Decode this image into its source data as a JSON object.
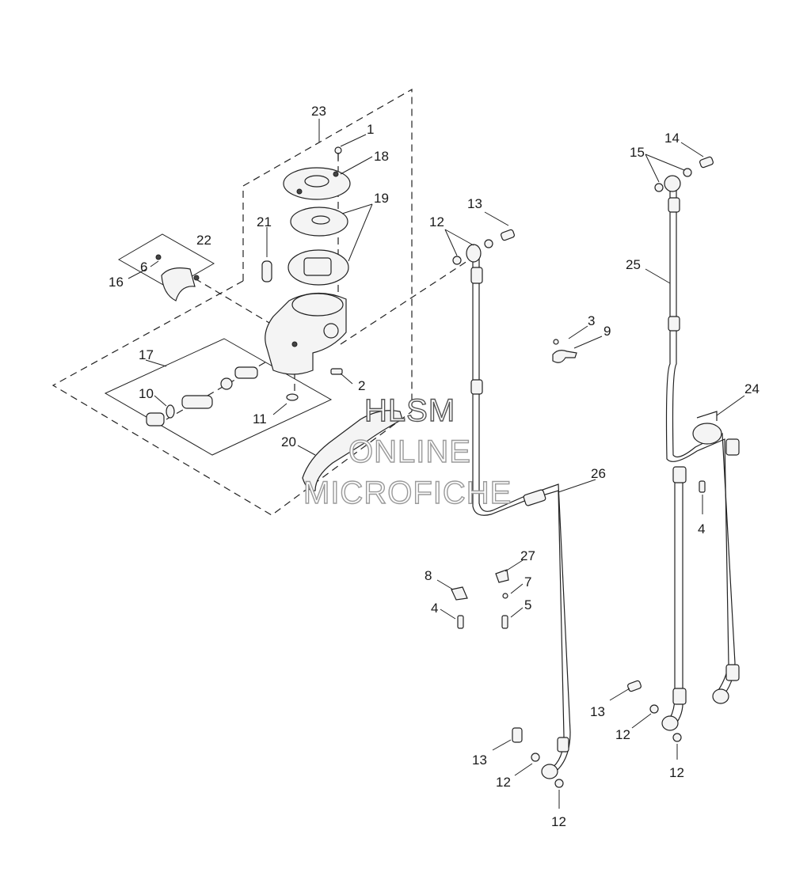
{
  "watermark": {
    "line1": "HLSM",
    "line2": "ONLINE",
    "line3": "MICROFICHE"
  },
  "callouts": [
    {
      "id": "c23",
      "text": "23"
    },
    {
      "id": "c1",
      "text": "1"
    },
    {
      "id": "c18",
      "text": "18"
    },
    {
      "id": "c19",
      "text": "19"
    },
    {
      "id": "c21",
      "text": "21"
    },
    {
      "id": "c22",
      "text": "22"
    },
    {
      "id": "c6",
      "text": "6"
    },
    {
      "id": "c16",
      "text": "16"
    },
    {
      "id": "c17",
      "text": "17"
    },
    {
      "id": "c10",
      "text": "10"
    },
    {
      "id": "c11",
      "text": "11"
    },
    {
      "id": "c2",
      "text": "2"
    },
    {
      "id": "c20",
      "text": "20"
    },
    {
      "id": "c12a",
      "text": "12"
    },
    {
      "id": "c13a",
      "text": "13"
    },
    {
      "id": "c3",
      "text": "3"
    },
    {
      "id": "c9",
      "text": "9"
    },
    {
      "id": "c26",
      "text": "26"
    },
    {
      "id": "c27",
      "text": "27"
    },
    {
      "id": "c8",
      "text": "8"
    },
    {
      "id": "c7",
      "text": "7"
    },
    {
      "id": "c4a",
      "text": "4"
    },
    {
      "id": "c5",
      "text": "5"
    },
    {
      "id": "c13b",
      "text": "13"
    },
    {
      "id": "c12b",
      "text": "12"
    },
    {
      "id": "c12c",
      "text": "12"
    },
    {
      "id": "c14",
      "text": "14"
    },
    {
      "id": "c15",
      "text": "15"
    },
    {
      "id": "c25",
      "text": "25"
    },
    {
      "id": "c24",
      "text": "24"
    },
    {
      "id": "c4b",
      "text": "4"
    },
    {
      "id": "c13c",
      "text": "13"
    },
    {
      "id": "c12d",
      "text": "12"
    },
    {
      "id": "c12e",
      "text": "12"
    }
  ]
}
